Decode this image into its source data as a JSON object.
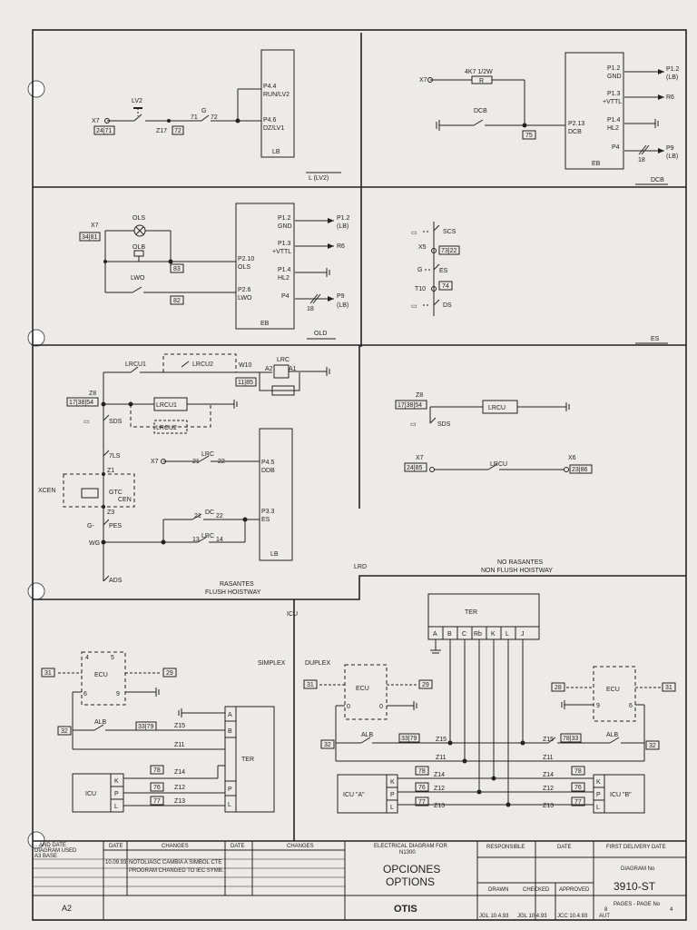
{
  "sections": {
    "lv2": {
      "caption": "L (LV2)",
      "lv2": "LV2",
      "x7": "X7",
      "ref_x7": "24|71",
      "z17": "Z17",
      "ref_z17": "72",
      "g": "G",
      "w71": "71",
      "w72": "72",
      "lb_p44": "P4.4",
      "lb_p44b": "RUN/LV2",
      "lb_p46": "P4.6",
      "lb_p46b": "DZ/LV1",
      "lb": "LB"
    },
    "dcb": {
      "caption": "DCB",
      "x7": "X7",
      "res": "4K7 1/2W",
      "r": "R",
      "dcb_sw": "DCB",
      "ref": "75",
      "p12": "P1.2",
      "gnd": "GND",
      "p13": "P1.3",
      "vttl": "+VTTL",
      "p14": "P1.4",
      "hl2": "HL2",
      "p4": "P4",
      "p213": "P2.13",
      "dcb_in": "DCB",
      "eb": "EB",
      "o_p12": "P1.2",
      "o_lb": "(LB)",
      "o_r6": "R6",
      "o_p9": "P9",
      "o_lb2": "(LB)",
      "n18": "18"
    },
    "old": {
      "caption": "OLD",
      "x7": "X7",
      "ref_x7": "34|81",
      "ols": "OLS",
      "olb": "OLB",
      "lwo": "LWO",
      "ref83": "83",
      "ref82": "82",
      "p210": "P2.10",
      "ols_in": "OLS",
      "p26": "P2.6",
      "lwo_in": "LWO",
      "p12": "P1.2",
      "gnd": "GND",
      "p13": "P1.3",
      "vttl": "+VTTL",
      "p14": "P1.4",
      "hl2": "HL2",
      "p4": "P4",
      "eb": "EB",
      "o_p12": "P1.2",
      "o_lb": "(LB)",
      "o_r6": "R6",
      "o_p9": "P9",
      "o_lb2": "(LB)",
      "n18": "18"
    },
    "es": {
      "caption": "ES",
      "scs": "SCS",
      "x5": "X5",
      "ref_x5": "73|22",
      "g": "G",
      "es_sw": "ES",
      "t10": "T10",
      "ref74": "74",
      "ds": "DS"
    },
    "lrd": {
      "caption": "LRD",
      "lrcu1_top": "LRCU1",
      "lrcu2_top": "LRCU2",
      "w10": "W10",
      "lrc": "LRC",
      "a2": "A2",
      "a1": "A1",
      "ref_w10": "11|85",
      "z8": "Z8",
      "ref_z8": "17|38|54",
      "sds": "SDS",
      "lrcu1_coil": "LRCU1",
      "lrcu2_coil": "LRCU2",
      "tls": "7LS",
      "z1": "Z1",
      "xcen": "XCEN",
      "gtc": "GTC",
      "cen": "CEN",
      "z3": "Z3",
      "x7": "X7",
      "w21": "21",
      "lrc2": "LRC",
      "w22": "22",
      "p45": "P4.5",
      "ddb": "DDB",
      "p33": "P3.3",
      "es": "ES",
      "lb": "LB",
      "dc": "DC",
      "w21b": "21",
      "w22b": "22",
      "w13": "13",
      "lrc3": "LRC",
      "w14": "14",
      "pes": "PES",
      "wg": "WG",
      "ads": "ADS",
      "flush_es": "RASANTES",
      "flush_en": "FLUSH HOISTWAY",
      "nonflush_es": "NO RASANTES",
      "nonflush_en": "NON FLUSH HOISTWAY",
      "r_z8": "Z8",
      "r_ref_z8": "17|38|54",
      "r_sds": "SDS",
      "r_lrcu": "LRCU",
      "r_x7": "X7",
      "r_ref_x7": "24|85",
      "r_lrcu2": "LRCU",
      "r_x6": "X6",
      "r_ref_x6": "23|86"
    },
    "icu": {
      "caption": "ICU",
      "simplex": "SIMPLEX",
      "duplex": "DUPLEX",
      "ecu": "ECU",
      "n4": "4",
      "n5": "5",
      "n9": "9",
      "n6": "6",
      "ref31": "31",
      "ref29": "29",
      "ref32": "32",
      "alb": "ALB",
      "ref3379": "33|79",
      "z15": "Z15",
      "z11": "Z11",
      "z14": "Z14",
      "z12": "Z12",
      "z13": "Z13",
      "ref78": "78",
      "ref76": "76",
      "ref77": "77",
      "icu": "ICU",
      "k": "K",
      "p": "P",
      "l": "L",
      "ter": "TER",
      "a": "A",
      "b": "B",
      "d_ecu": "ECU",
      "d_n0": "0",
      "d_ref31": "31",
      "d_ref29": "29",
      "d_ref32": "32",
      "d_alb": "ALB",
      "d_ref3379": "33|79",
      "d_icua": "ICU \"A\"",
      "d_icub": "ICU \"B\"",
      "d_ter": "TER",
      "ter_pins": [
        "A",
        "B",
        "C",
        "Rb",
        "K",
        "L",
        "J"
      ],
      "d_r_ecu": "ECU",
      "d_r_ref28": "28",
      "d_r_ref31": "31",
      "d_r_ref32": "32",
      "d_r_ref7833": "78|33",
      "d_r_n9": "9",
      "d_r_n6": "6"
    }
  },
  "title_block": {
    "rev_note1": "...AND DATE",
    "rev_note2": "DIAGRAM USED",
    "rev_note3": "A3 BASE",
    "col_date": "DATE",
    "col_changes": "CHANGES",
    "col_date2": "DATE",
    "col_changes2": "CHANGES",
    "rev_row1_date": "10.09.93",
    "rev_row1_change": "NOTOLIAGC CAMBIA A SIMBOL CTE",
    "rev_row2_change": "PROGRAM CHANGED TO IEC SYMB.",
    "sheet_size": "A2",
    "edf_title1": "ELECTRICAL DIAGRAM FOR",
    "edf_title2": "N1300",
    "title_es": "OPCIONES",
    "title_en": "OPTIONS",
    "company": "OTIS",
    "responsible": "RESPONSIBLE",
    "date": "DATE",
    "drawn": "DRAWN",
    "checked": "CHECKED",
    "approved": "APPROVED",
    "drawn_val": "JGL 10.4.93",
    "checked_val": "JGL 10.4.93",
    "approved_val": "JCC 10.4.93",
    "aut": "AUT",
    "first_delivery": "FIRST DELIVERY DATE",
    "diagram_no_label": "DIAGRAM No",
    "diagram_no": "3910-ST",
    "pages": "PAGES - PAGE No",
    "pages_val": "8",
    "page_no": "4"
  }
}
